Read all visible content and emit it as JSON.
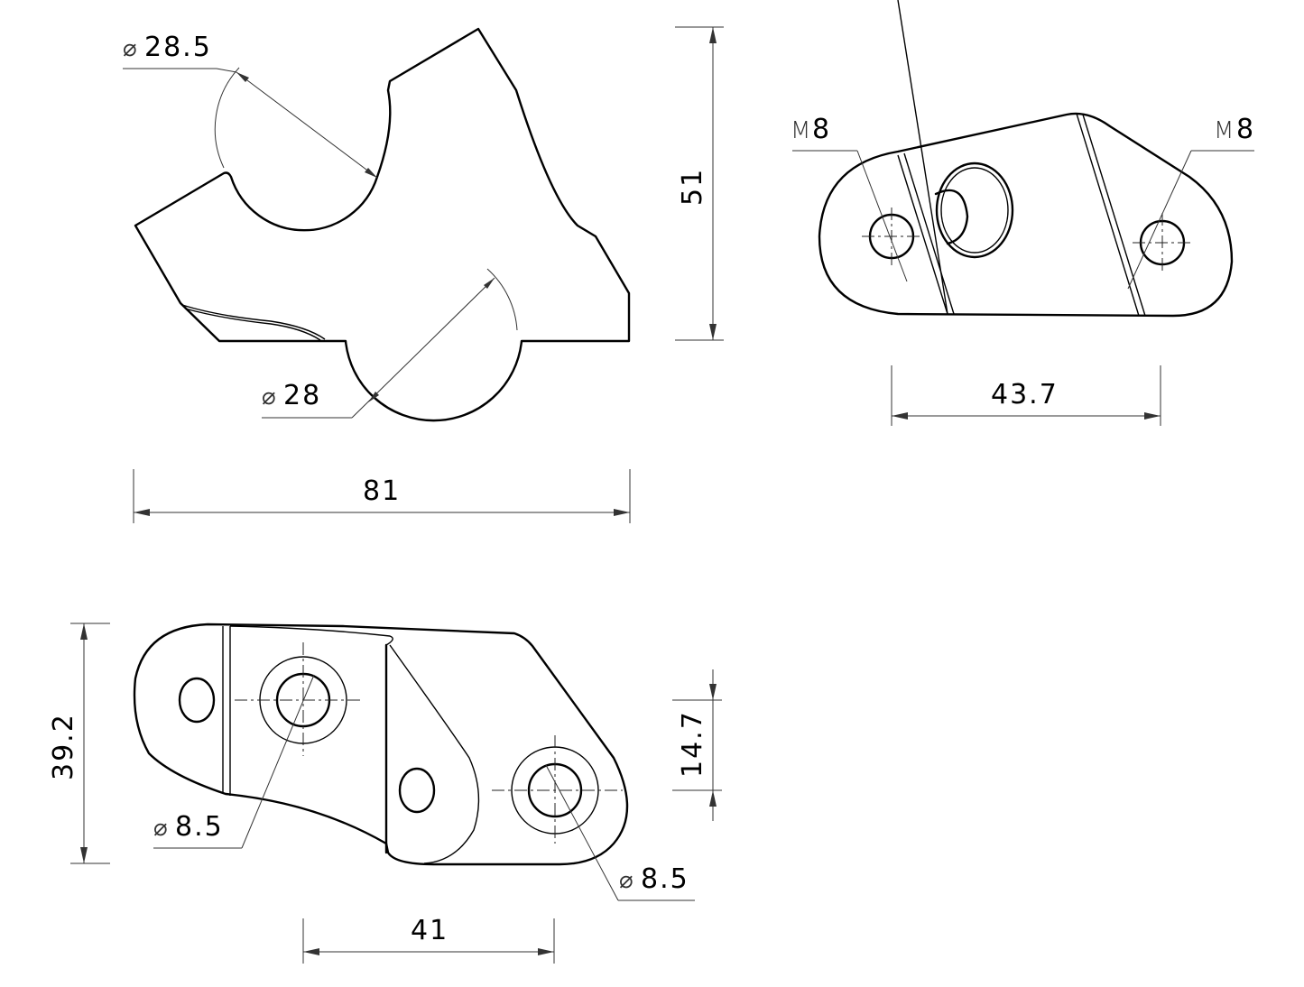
{
  "drawing": {
    "views": [
      {
        "name": "top-left-profile",
        "dimensions": {
          "upper_bore": {
            "symbol": "⌀",
            "value": "28.5"
          },
          "lower_bore": {
            "symbol": "⌀",
            "value": "28"
          },
          "width": {
            "value": "81"
          },
          "height": {
            "value": "51"
          }
        }
      },
      {
        "name": "top-right-plate",
        "dimensions": {
          "left_thread": {
            "symbol": "M",
            "value": "8"
          },
          "right_thread": {
            "symbol": "M",
            "value": "8"
          },
          "hole_spacing": {
            "value": "43.7"
          }
        }
      },
      {
        "name": "bottom-bracket",
        "dimensions": {
          "left_hole": {
            "symbol": "⌀",
            "value": "8.5"
          },
          "right_hole": {
            "symbol": "⌀",
            "value": "8.5"
          },
          "height": {
            "value": "39.2"
          },
          "hole_offset": {
            "value": "14.7"
          },
          "hole_spacing": {
            "value": "41"
          }
        }
      }
    ]
  }
}
